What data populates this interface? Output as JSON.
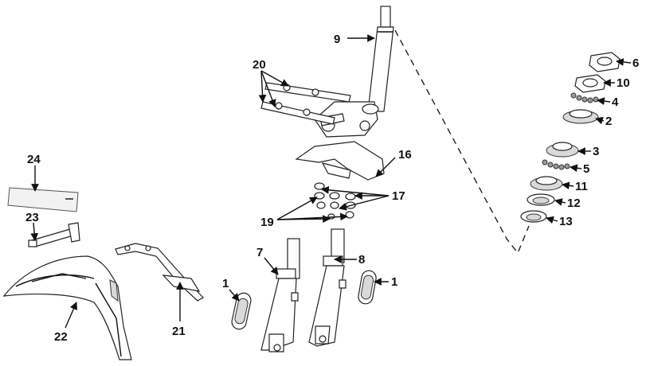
{
  "diagram": {
    "callouts": [
      "1",
      "1",
      "2",
      "3",
      "4",
      "5",
      "6",
      "7",
      "8",
      "9",
      "10",
      "11",
      "12",
      "13",
      "16",
      "17",
      "19",
      "20",
      "21",
      "22",
      "23",
      "24"
    ]
  },
  "colors": {
    "line": "#111111",
    "part_fill": "#ffffff",
    "shade_light": "#d9d9d9",
    "shade_dark": "#9a9a9a"
  }
}
